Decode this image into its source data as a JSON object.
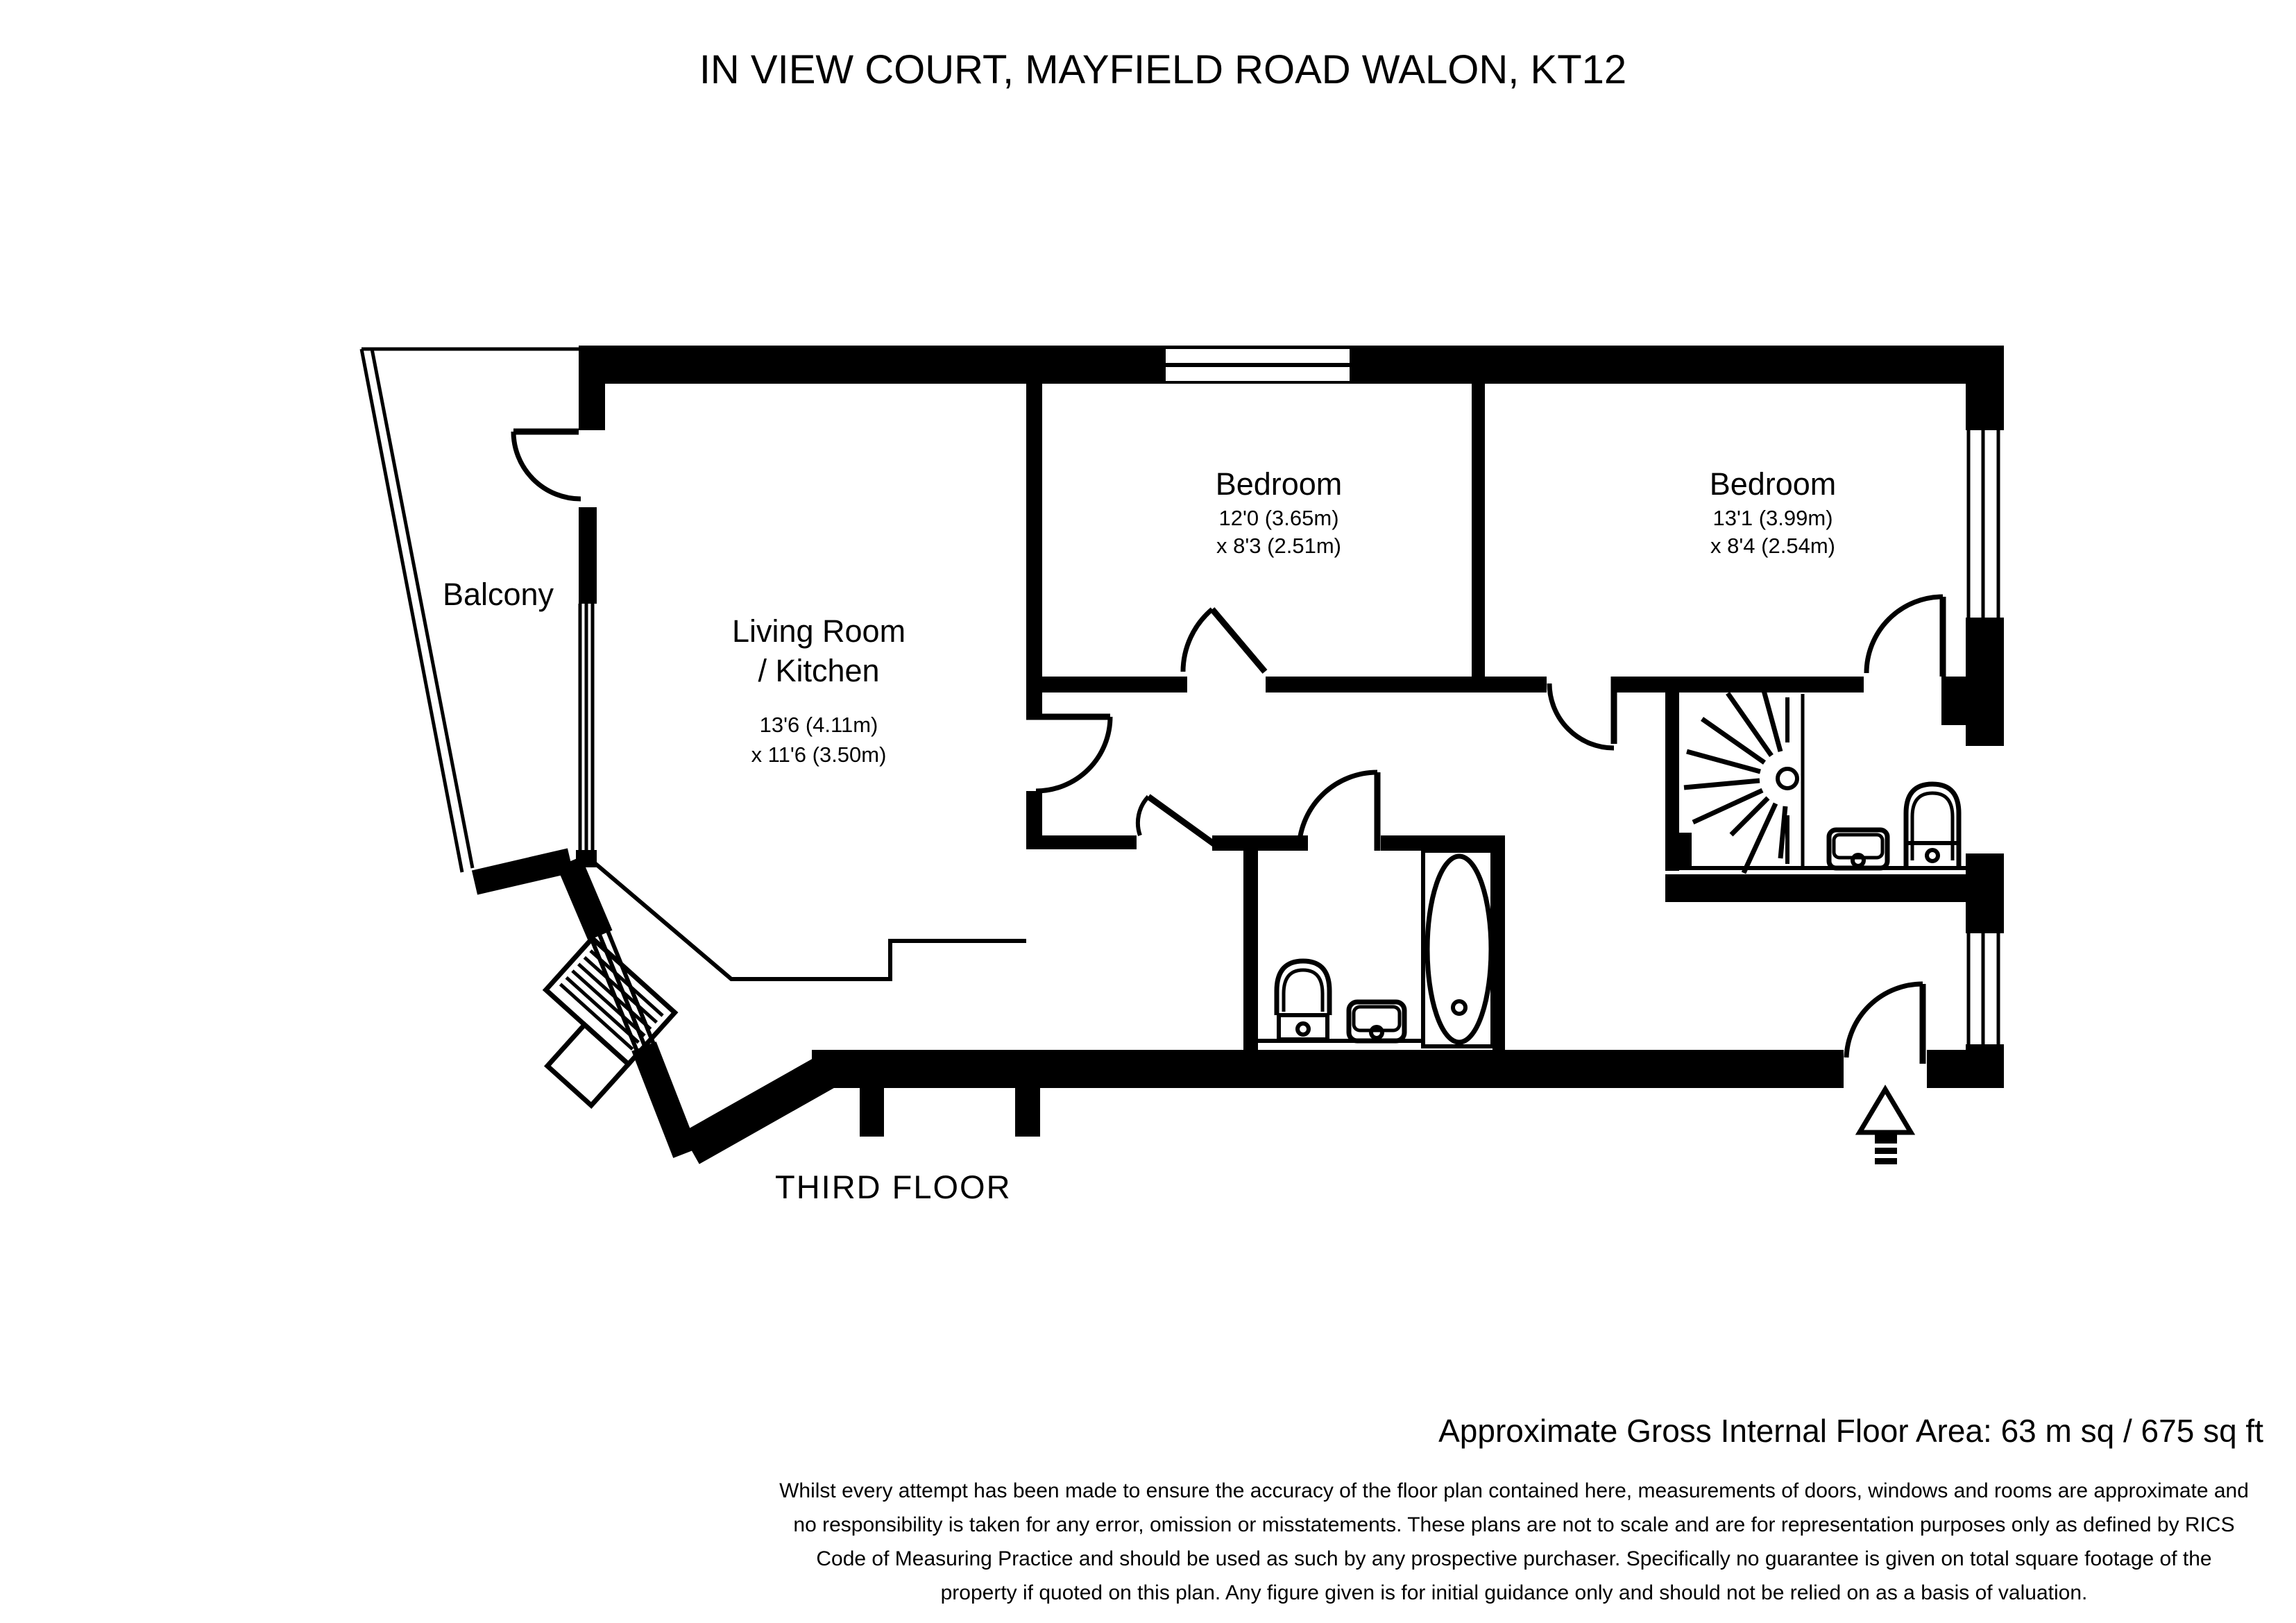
{
  "title": "IN VIEW COURT, MAYFIELD ROAD WALON, KT12",
  "floor_label": "THIRD FLOOR",
  "area_note": "Approximate Gross Internal Floor Area: 63 m sq / 675 sq ft",
  "rooms": {
    "balcony": {
      "name": "Balcony"
    },
    "living": {
      "name1": "Living Room",
      "name2": "/ Kitchen",
      "dims1": "13'6 (4.11m)",
      "dims2": "x 11'6 (3.50m)"
    },
    "bedroom1": {
      "name": "Bedroom",
      "dims1": "12'0 (3.65m)",
      "dims2": "x 8'3 (2.51m)"
    },
    "bedroom2": {
      "name": "Bedroom",
      "dims1": "13'1 (3.99m)",
      "dims2": "x 8'4 (2.54m)"
    }
  },
  "disclaimer": {
    "lines": [
      "Whilst every attempt has been made to ensure the accuracy of the floor plan contained here, measurements of doors, windows and rooms are approximate and",
      "no responsibility is taken for any error, omission or misstatements. These plans are not to scale and are for representation purposes only as defined by RICS",
      "Code of Measuring Practice and should be used as such by any prospective purchaser. Specifically no guarantee is given on total square footage of the",
      "property if quoted on this plan. Any figure given is for initial guidance only and should not be relied on as a basis of valuation."
    ]
  },
  "icons": {
    "entrance_arrow": "up-arrow-entrance",
    "shower": "shower-spray",
    "bathtub": "oval-bathtub",
    "toilet": "toilet",
    "sink": "wash-basin",
    "appliance": "kitchen-unit-hatched"
  },
  "colors": {
    "ink": "#000000",
    "paper": "#ffffff"
  }
}
